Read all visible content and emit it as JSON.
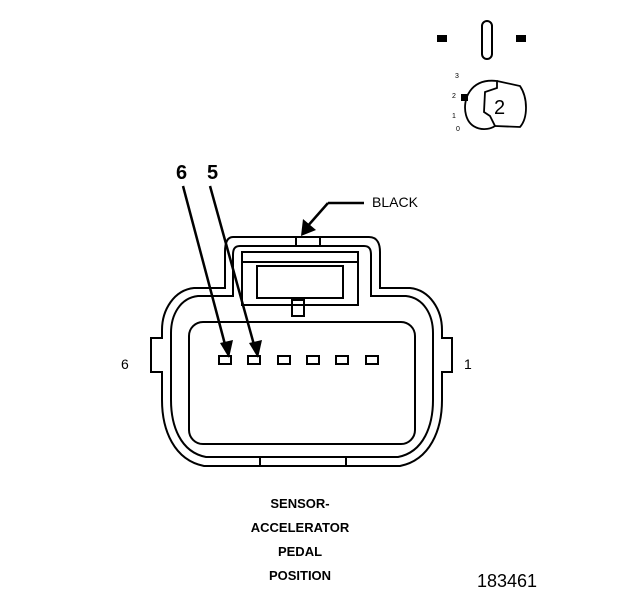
{
  "connector": {
    "color_label": "BLACK",
    "end_left": "6",
    "end_right": "1",
    "callouts": [
      "6",
      "5"
    ]
  },
  "view_icon": {
    "position_marks": [
      "3",
      "2",
      "1",
      "0"
    ],
    "badge": "2"
  },
  "caption": {
    "lines": [
      "SENSOR-",
      "ACCELERATOR",
      "PEDAL",
      "POSITION"
    ]
  },
  "figure_number": "183461"
}
